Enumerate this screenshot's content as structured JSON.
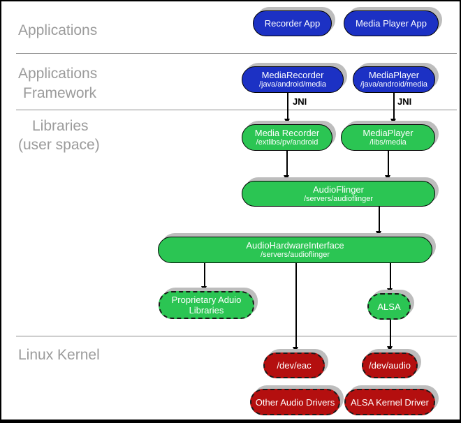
{
  "layers": {
    "applications": {
      "label": "Applications"
    },
    "framework": {
      "label_line1": "Applications",
      "label_line2": "Framework"
    },
    "libraries": {
      "label_line1": "Libraries",
      "label_line2": "(user space)"
    },
    "kernel": {
      "label": "Linux Kernel"
    }
  },
  "edges": {
    "jni_left_label": "JNI",
    "jni_right_label": "JNI"
  },
  "nodes": {
    "recorder_app": {
      "title": "Recorder App"
    },
    "media_player_app": {
      "title": "Media Player App"
    },
    "media_recorder_fw": {
      "title": "MediaRecorder",
      "subtitle": "/java/android/media"
    },
    "media_player_fw": {
      "title": "MediaPlayer",
      "subtitle": "/java/android/media"
    },
    "media_recorder_lib": {
      "title": "Media Recorder",
      "subtitle": "/extlibs/pv/android"
    },
    "media_player_lib": {
      "title": "MediaPlayer",
      "subtitle": "/libs/media"
    },
    "audio_flinger": {
      "title": "AudioFlinger",
      "subtitle": "/servers/audioflinger"
    },
    "audio_hardware_interface": {
      "title": "AudioHardwareInterface",
      "subtitle": "/servers/audioflinger"
    },
    "proprietary_audio_libs": {
      "title": "Proprietary Aduio Libraries"
    },
    "alsa": {
      "title": "ALSA"
    },
    "dev_eac": {
      "title": "/dev/eac"
    },
    "dev_audio": {
      "title": "/dev/audio"
    },
    "other_audio_drivers": {
      "title": "Other Audio Drivers"
    },
    "alsa_kernel_driver": {
      "title": "ALSA Kernel Driver"
    }
  },
  "colors": {
    "app-blue": "#1c31c4",
    "lib-green": "#2bc553",
    "kernel-red": "#b40f0f",
    "shadow-gray": "#bdbdbd",
    "label-gray": "#9b9b9b",
    "line-gray": "#8c8c8c"
  }
}
